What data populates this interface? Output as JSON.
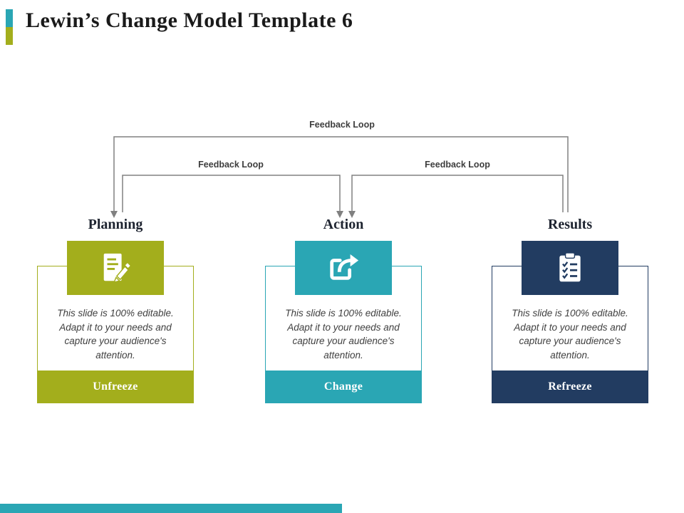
{
  "slide": {
    "title": "Lewin’s Change Model Template 6"
  },
  "labels": {
    "feedback_outer": "Feedback Loop",
    "feedback_left": "Feedback Loop",
    "feedback_right": "Feedback Loop"
  },
  "colors": {
    "olive": "#A3AE1C",
    "teal": "#2AA6B4",
    "navy": "#223C61",
    "connector_gray": "#808080",
    "heading_text": "#1e2430",
    "body_text": "#3f3f3f"
  },
  "columns": [
    {
      "heading": "Planning",
      "icon": "document-pencil-icon",
      "body_lines": [
        "This slide is 100% editable.",
        "Adapt it to your needs and",
        "capture your audience's",
        "attention."
      ],
      "footer": "Unfreeze"
    },
    {
      "heading": "Action",
      "icon": "share-arrow-icon",
      "body_lines": [
        "This slide is 100% editable.",
        "Adapt it to your needs and",
        "capture your audience's",
        "attention."
      ],
      "footer": "Change"
    },
    {
      "heading": "Results",
      "icon": "clipboard-checklist-icon",
      "body_lines": [
        "This slide is 100% editable.",
        "Adapt it to your needs and",
        "capture your audience's",
        "attention."
      ],
      "footer": "Refreeze"
    }
  ]
}
